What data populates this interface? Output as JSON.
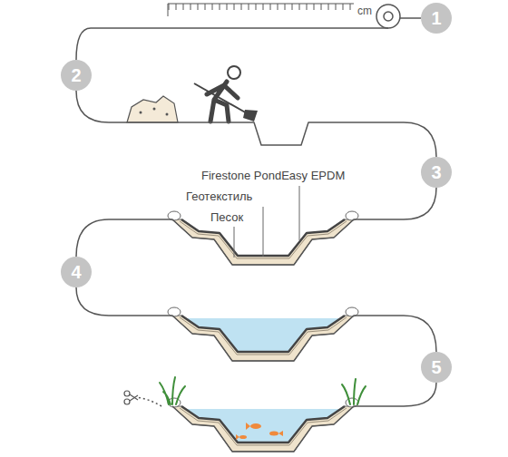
{
  "diagram": {
    "nodes": [
      {
        "text": [
          "1"
        ]
      },
      {
        "text": [
          "2"
        ]
      },
      {
        "text": [
          "3"
        ]
      },
      {
        "text": [
          "4"
        ]
      },
      {
        "text": [
          "5"
        ]
      }
    ],
    "edges": [
      {
        "from": 0,
        "to": 1,
        "arrow": "none"
      },
      {
        "from": 1,
        "to": 2,
        "arrow": "none"
      },
      {
        "from": 2,
        "to": 3,
        "arrow": "none"
      },
      {
        "from": 3,
        "to": 4,
        "arrow": "none"
      }
    ],
    "labels": [
      "cm",
      "Firestone PondEasy EPDM",
      "Геотекстиль",
      "Песок"
    ]
  }
}
